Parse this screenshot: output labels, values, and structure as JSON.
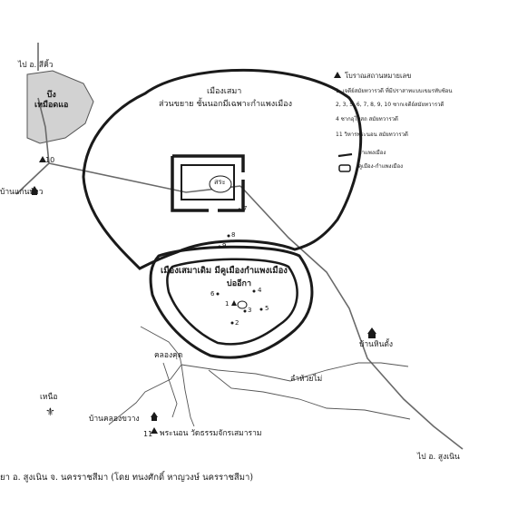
{
  "labels": {
    "to_sikhio": "ไป อ. สีคิ้ว",
    "lake": [
      "บึง",
      "เหมือดแอ"
    ],
    "ban_kaen_thao": "บ้านแก่นท้าว",
    "mueang_sema": "เมืองเสมา",
    "extension": "ส่วนขยาย ชั้นนอกมีเฉพาะกำแพงเมือง",
    "sra": "สระ",
    "old_city": "เมืองเสมาเดิม มีคูเมืองกำแพงเมือง",
    "bo_ika": "บ่ออีกา",
    "ban_hin_tang": "บ้านหินตั้ง",
    "khlong_khut": "คลองคุด",
    "lam_huai_lai": "ลำห้วยไม่",
    "north": "เหนือ",
    "ban_khlong_khwang": "บ้านคลองขวาง",
    "phra_non": "พระนอน วัดธรรมจักรเสมาราม",
    "to_sung_noen": "ไป อ. สูงเนิน",
    "num_10": "10",
    "num_11": "11"
  },
  "site_numbers": [
    "7",
    "8",
    "9",
    "6",
    "4",
    "1",
    "3",
    "5",
    "2"
  ],
  "legend": {
    "title": "โบราณสถานหมายเลข",
    "lines": [
      "1. เจดีย์สมัยทวารวดี ที่มีปราสาทแบบเขมรทับซ้อน",
      "2, 3, 5, 6, 7, 8, 9, 10 ซากเจดีย์สมัยทวารวดี",
      "4 ซากอุโบสถ สมัยทวารวดี",
      "11 วิหารพระนอน สมัยทวารวดี",
      "กำแพงเมือง",
      "คูเมือง-กำแพงเมือง"
    ]
  },
  "caption": "ยา อ. สูงเนิน จ. นครราชสีมา (โดย ทนงศักดิ์ หาญวงษ์ นครราชสีมา)",
  "colors": {
    "line": "#1a1a1a",
    "road": "#6a6a6a",
    "lake": "#d2d2d2",
    "river": "#555555"
  }
}
